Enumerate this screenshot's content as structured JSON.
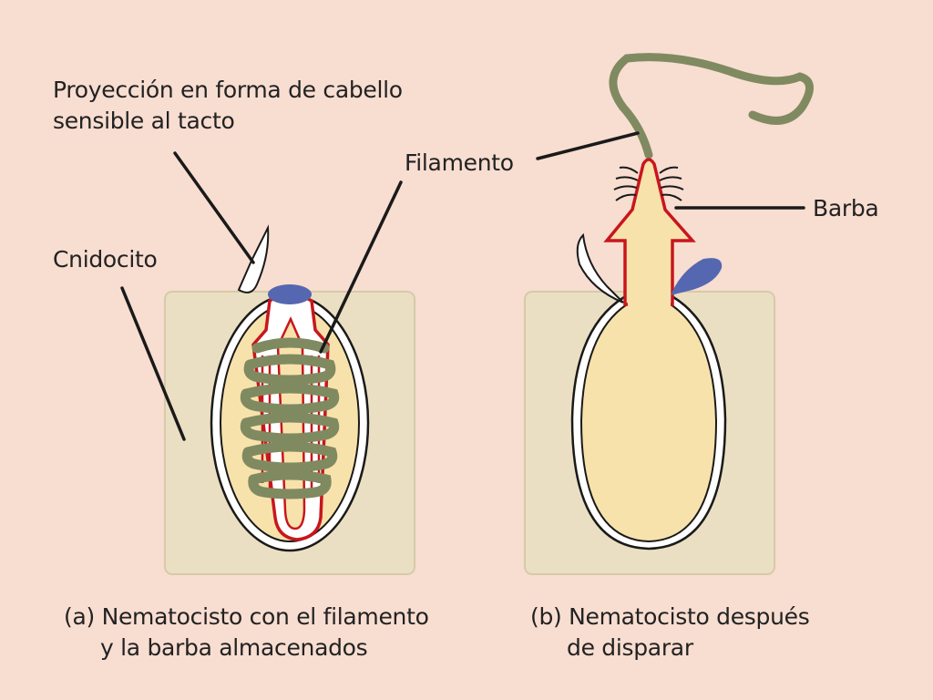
{
  "labels": {
    "hair": [
      "Proyección en forma de cabello",
      "sensible al tacto"
    ],
    "filament": "Filamento",
    "cnidocyte": "Cnidocito",
    "barb": "Barba"
  },
  "captions": {
    "a": [
      "(a) Nematocisto con el filamento",
      "y la barba almacenados"
    ],
    "b": [
      "(b) Nematocisto después",
      "de disparar"
    ]
  },
  "colors": {
    "background": "#f8ddd1",
    "cell": "#ebdfc3",
    "capsule_fill": "#f8e2ac",
    "thread": "#808a60",
    "wall_red": "#c8161d",
    "operculum": "#5567b0",
    "line": "#1a1a1a"
  }
}
